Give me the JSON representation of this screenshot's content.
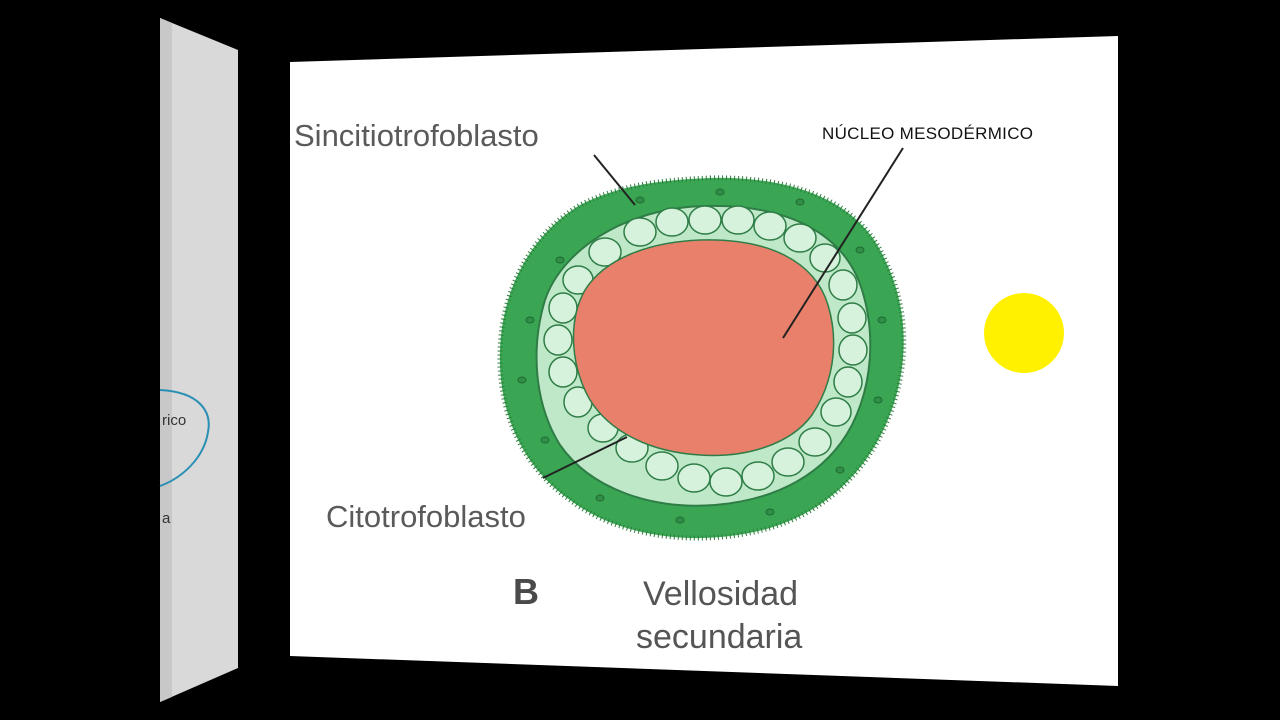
{
  "left_panel": {
    "fragment_1": "rico",
    "fragment_2": "a"
  },
  "diagram": {
    "label_syncytiotrophoblast": "Sincitiotrofoblasto",
    "label_mesodermal_core": "NÚCLEO MESODÉRMICO",
    "label_cytotrophoblast": "Citotrofoblasto",
    "panel_letter": "B",
    "caption_line_1": "Vellosidad",
    "caption_line_2": "secundaria"
  },
  "colors": {
    "background": "#000000",
    "slide": "#ffffff",
    "syncytio_green": "#3aa653",
    "cyto_cells": "#bfe8c8",
    "mesoderm_core": "#e9806c",
    "sun_yellow": "#fff100",
    "ellipse_outline": "#2a8fb4"
  }
}
